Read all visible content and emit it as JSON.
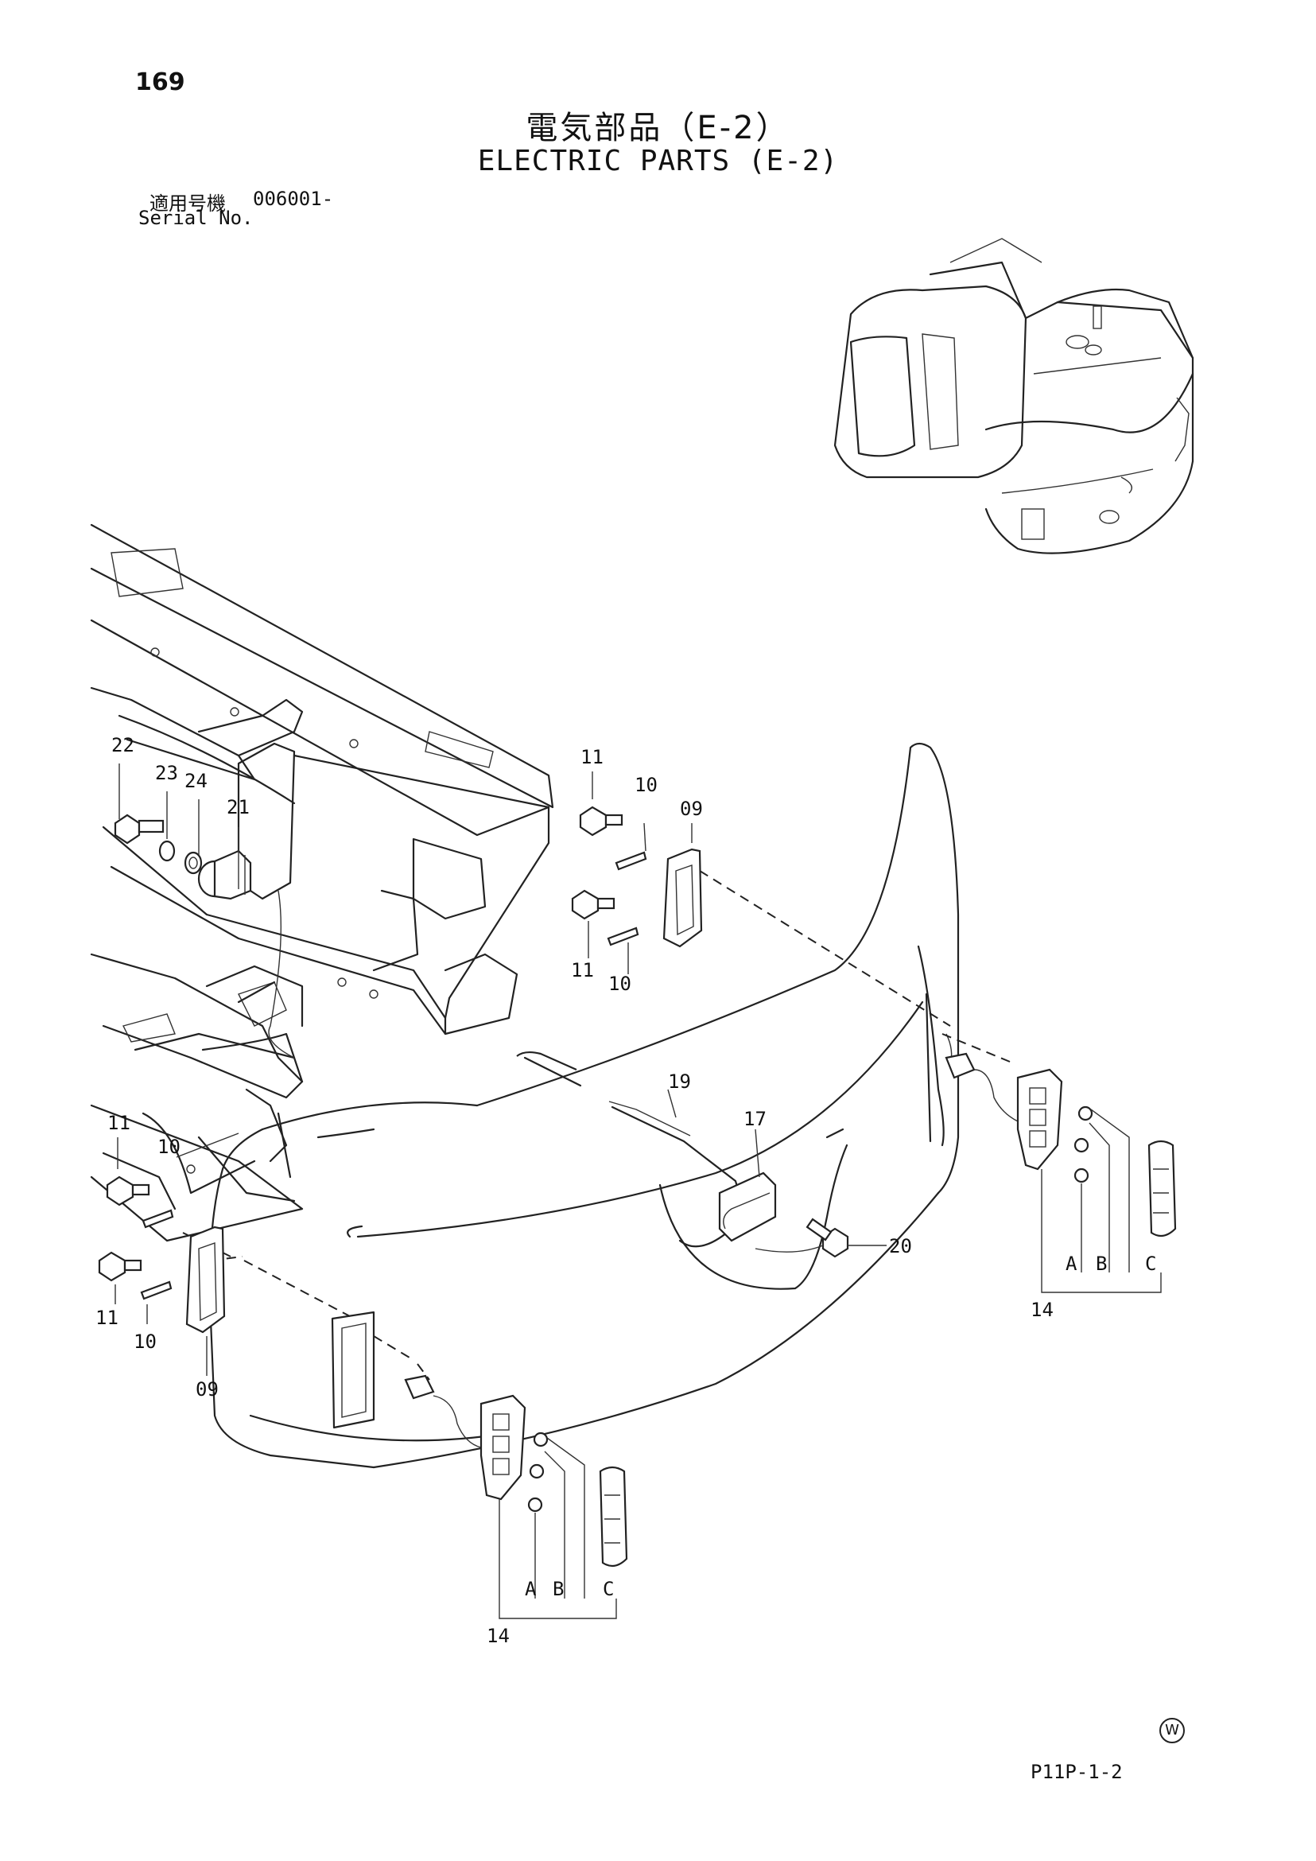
{
  "header": {
    "page_number": "169",
    "title_jp": "電気部品（E-2）",
    "title_en": "ELECTRIC PARTS (E-2)",
    "serial_label_jp": "適用号機",
    "serial_value": "006001-",
    "serial_label_en": "Serial No."
  },
  "callouts": {
    "c22": "22",
    "c23": "23",
    "c24": "24",
    "c21": "21",
    "c11a": "11",
    "c10a": "10",
    "c09a": "09",
    "c11b": "11",
    "c10b": "10",
    "c19": "19",
    "c17": "17",
    "c20": "20",
    "c11c": "11",
    "c10c": "10",
    "c11d": "11",
    "c10d": "10",
    "c09b": "09",
    "rA": "A",
    "rB": "B",
    "rC": "C",
    "r14": "14",
    "lA": "A",
    "lB": "B",
    "lC": "C",
    "l14": "14"
  },
  "footer": {
    "w_mark": "W",
    "code": "P11P-1-2"
  }
}
